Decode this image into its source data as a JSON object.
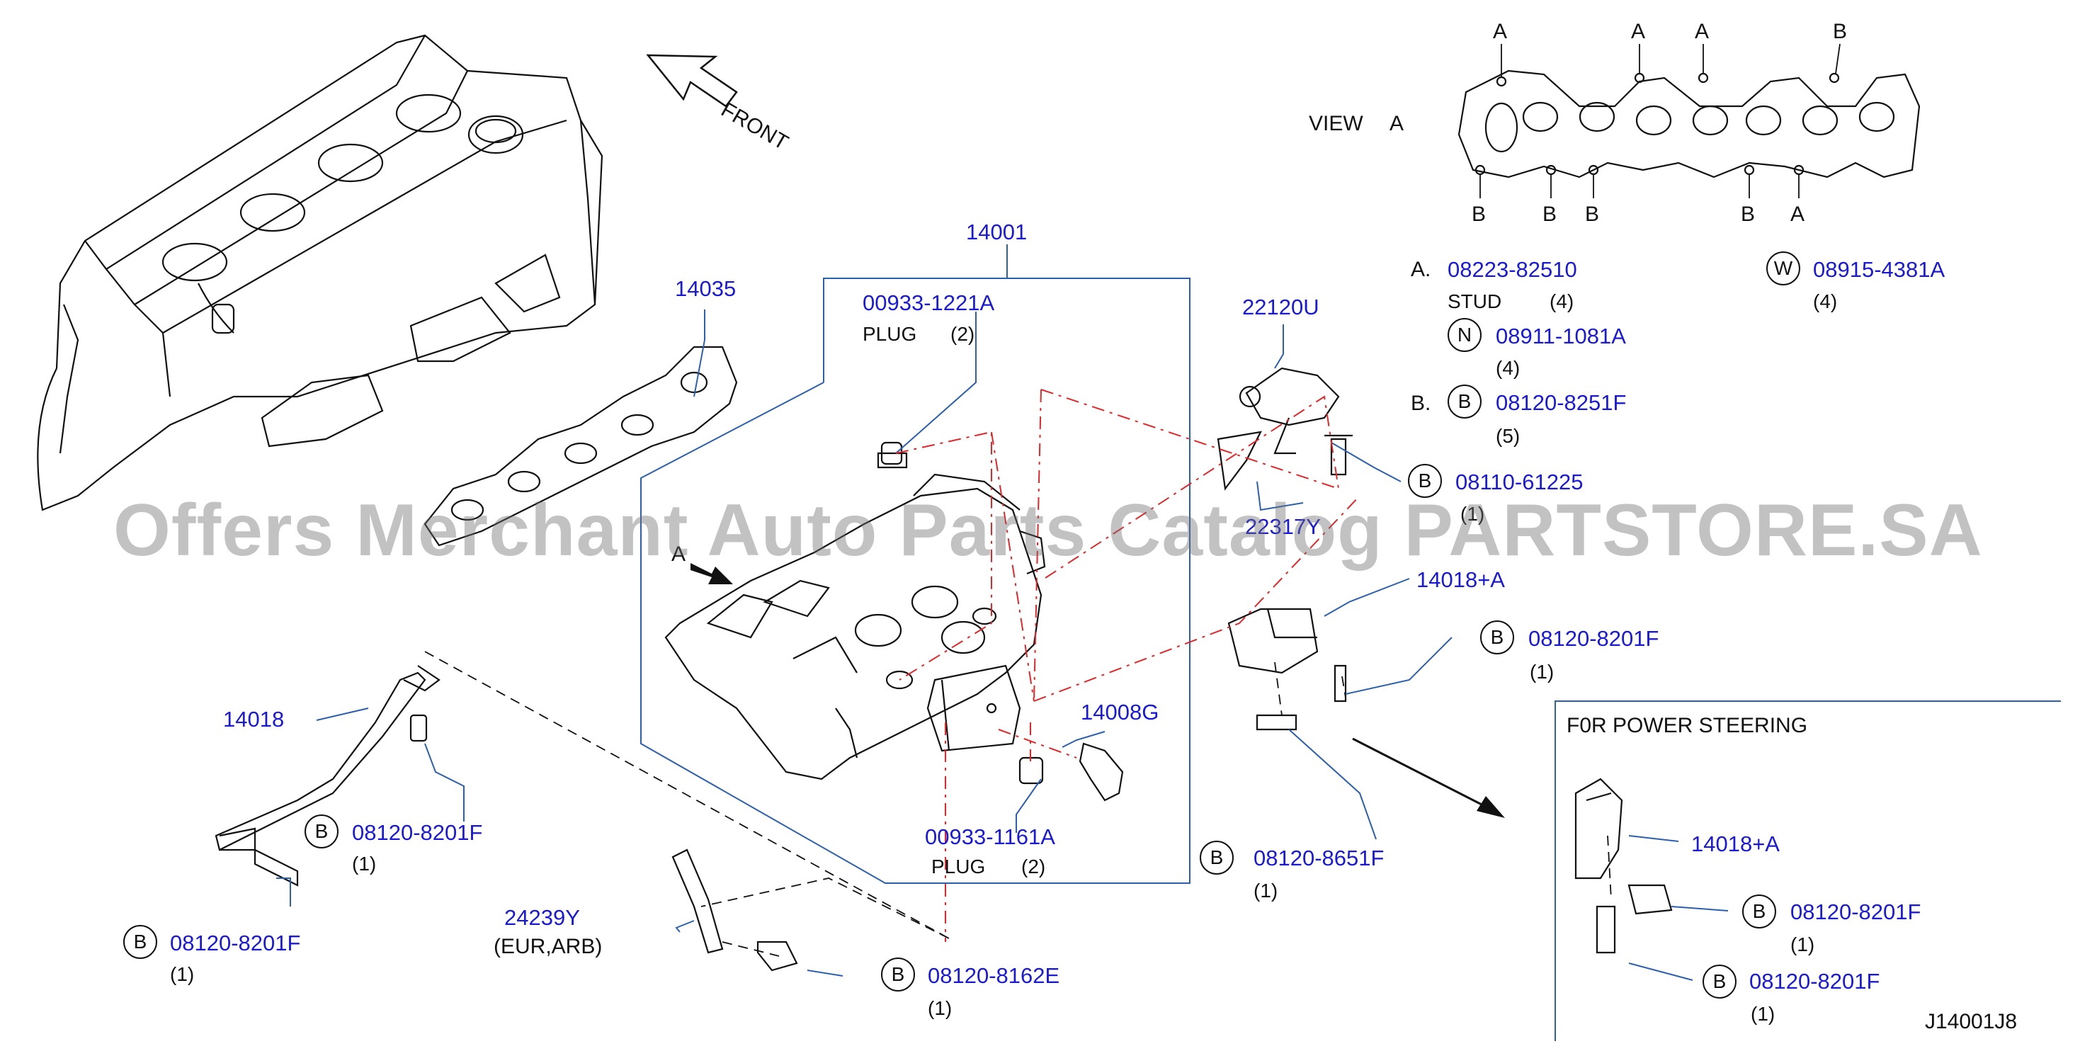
{
  "watermark": "Offers Merchant Auto Parts Catalog PARTSTORE.SA",
  "diagram_code": "J14001J8",
  "front_label": "FRONT",
  "marker_a": "A",
  "view_a": {
    "title": "VIEW",
    "letter": "A",
    "top_labels": [
      "A",
      "A",
      "A",
      "B"
    ],
    "bottom_labels": [
      "B",
      "B",
      "B",
      "B",
      "A"
    ]
  },
  "legend": {
    "a_prefix": "A.",
    "a_part": "08223-82510",
    "a_name": "STUD",
    "a_qty": "(4)",
    "n_symbol": "N",
    "n_part": "08911-1081A",
    "n_qty": "(4)",
    "b_prefix": "B.",
    "b_symbol": "B",
    "b_part": "08120-8251F",
    "b_qty": "(5)",
    "w_symbol": "W",
    "w_part": "08915-4381A",
    "w_qty": "(4)"
  },
  "parts": {
    "p14001": "14001",
    "p14035": "14035",
    "plug_top_part": "00933-1221A",
    "plug_top_name": "PLUG",
    "plug_top_qty": "(2)",
    "p22120u": "22120U",
    "bolt_61225_sym": "B",
    "bolt_61225": "08110-61225",
    "bolt_61225_qty": "(1)",
    "p22317y": "22317Y",
    "p14018a": "14018+A",
    "bolt_8201_r_sym": "B",
    "bolt_8201_r": "08120-8201F",
    "bolt_8201_r_qty": "(1)",
    "p14008g": "14008G",
    "p14018": "14018",
    "bolt_8201_m_sym": "B",
    "bolt_8201_m": "08120-8201F",
    "bolt_8201_m_qty": "(1)",
    "bolt_8201_l_sym": "B",
    "bolt_8201_l": "08120-8201F",
    "bolt_8201_l_qty": "(1)",
    "plug_bot_part": "00933-1161A",
    "plug_bot_name": "PLUG",
    "plug_bot_qty": "(2)",
    "bolt_8651_sym": "B",
    "bolt_8651": "08120-8651F",
    "bolt_8651_qty": "(1)",
    "p24239y": "24239Y",
    "p24239y_note": "(EUR,ARB)",
    "bolt_8162_sym": "B",
    "bolt_8162": "08120-8162E",
    "bolt_8162_qty": "(1)"
  },
  "power_steering": {
    "title": "F0R  POWER  STEERING",
    "p14018a": "14018+A",
    "bolt1_sym": "B",
    "bolt1": "08120-8201F",
    "bolt1_qty": "(1)",
    "bolt2_sym": "B",
    "bolt2": "08120-8201F",
    "bolt2_qty": "(1)"
  },
  "colors": {
    "part_number": "#1a1ad6",
    "leader_line": "#2b5fb0",
    "dash_red": "#e0282a",
    "ink": "#111111"
  }
}
